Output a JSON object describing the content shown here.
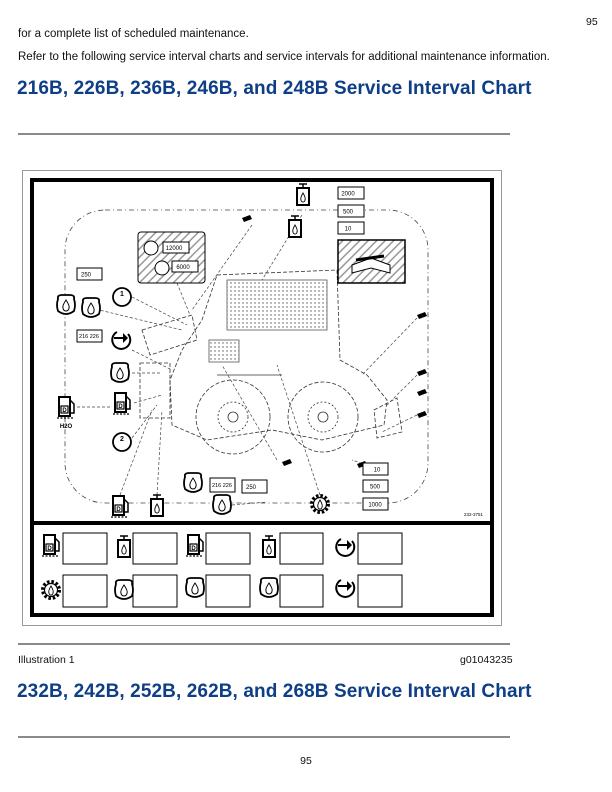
{
  "header": {
    "page_number": "95"
  },
  "intro": {
    "line1": "for a complete list of scheduled maintenance.",
    "line2": "Refer to the following service interval charts and service intervals for additional maintenance information."
  },
  "section1": {
    "title": "216B, 226B, 236B, 246B, and 248B Service Interval Chart"
  },
  "illustration": {
    "labels": {
      "l2000": "2000",
      "l500a": "500",
      "l10a": "10",
      "l12000": "12000",
      "l6000": "6000",
      "l250a": "250",
      "l216a": "216 226",
      "l216b": "216 226",
      "l250b": "250",
      "l10b": "10",
      "l500b": "500",
      "l1000": "1000",
      "icon_1": "1",
      "icon_2": "2",
      "h2o": "H2O",
      "d": "D",
      "code": "232-3751"
    },
    "caption": "Illustration 1",
    "graphic_id": "g01043235"
  },
  "section2": {
    "title": "232B, 242B, 252B, 262B, and 268B Service Interval Chart"
  },
  "footer": {
    "page_number": "95"
  }
}
